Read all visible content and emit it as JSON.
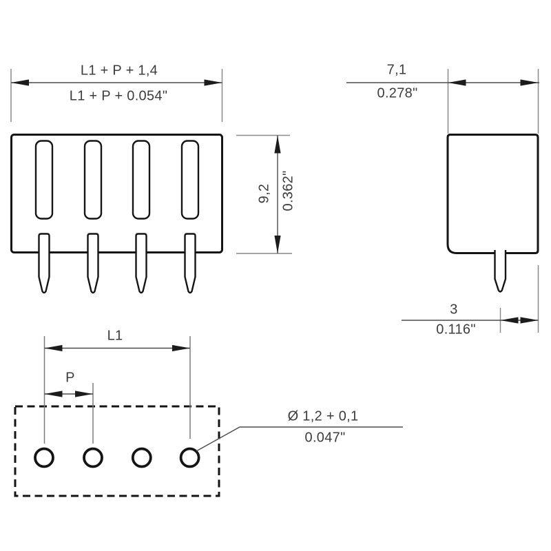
{
  "views": {
    "front": {
      "width_metric": "L1 + P + 1,4",
      "width_imperial": "L1 + P + 0.054\"",
      "height_metric": "9,2",
      "height_imperial": "0.362\""
    },
    "side": {
      "width_metric": "7,1",
      "width_imperial": "0.278\"",
      "pin_offset_metric": "3",
      "pin_offset_imperial": "0.116\""
    },
    "footprint": {
      "length_label": "L1",
      "pitch_label": "P",
      "hole_dia_metric": "Ø 1,2 + 0,1",
      "hole_dia_imperial": "0.047\"",
      "hole_count": 4
    }
  },
  "colors": {
    "outline": "#141414",
    "dimension_line": "#4a4a4a",
    "extension_line": "#8a8a8a",
    "arrow": "#1c1c1c",
    "text": "#3c3c3c",
    "background": "#ffffff"
  }
}
